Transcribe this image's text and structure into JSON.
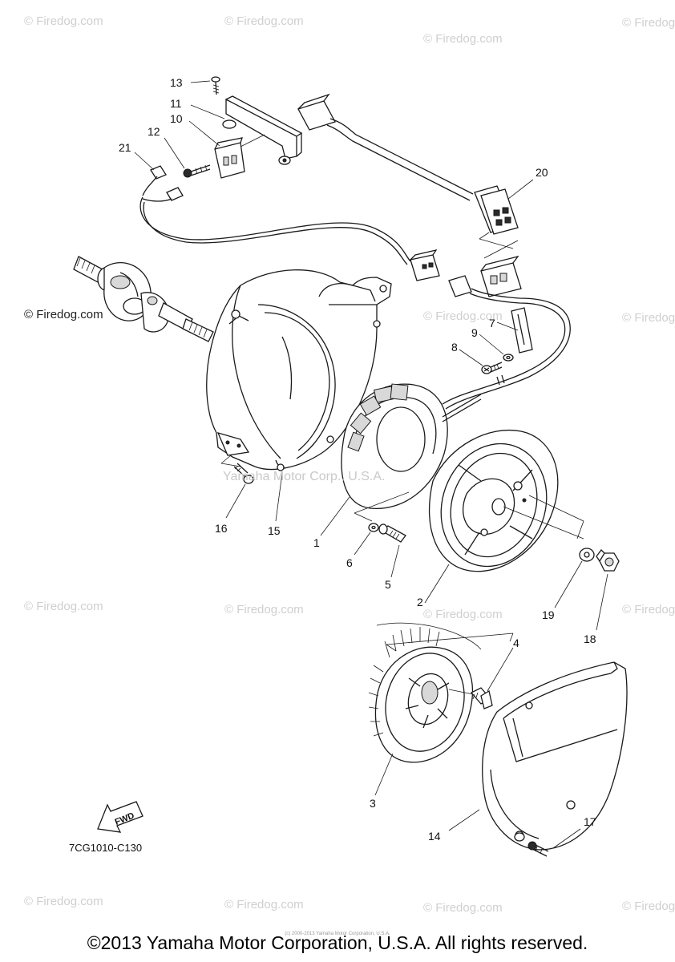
{
  "watermarks": {
    "firedog": "© Firedog.com",
    "main": "Yamaha Motor Corp., U.S.A."
  },
  "callouts": {
    "c1": "1",
    "c2": "2",
    "c3": "3",
    "c4": "4",
    "c5": "5",
    "c6": "6",
    "c7": "7",
    "c8": "8",
    "c9": "9",
    "c10": "10",
    "c11": "11",
    "c12": "12",
    "c13": "13",
    "c14": "14",
    "c15": "15",
    "c16": "16",
    "c17": "17",
    "c18": "18",
    "c19": "19",
    "c20": "20",
    "c21": "21"
  },
  "fwd_label": "FWD",
  "part_code": "7CG1010-C130",
  "tiny_notice": "(c) 2000-2013 Yamaha Motor Corporation, U.S.A.",
  "copyright": "©2013 Yamaha Motor Corporation, U.S.A. All rights reserved."
}
